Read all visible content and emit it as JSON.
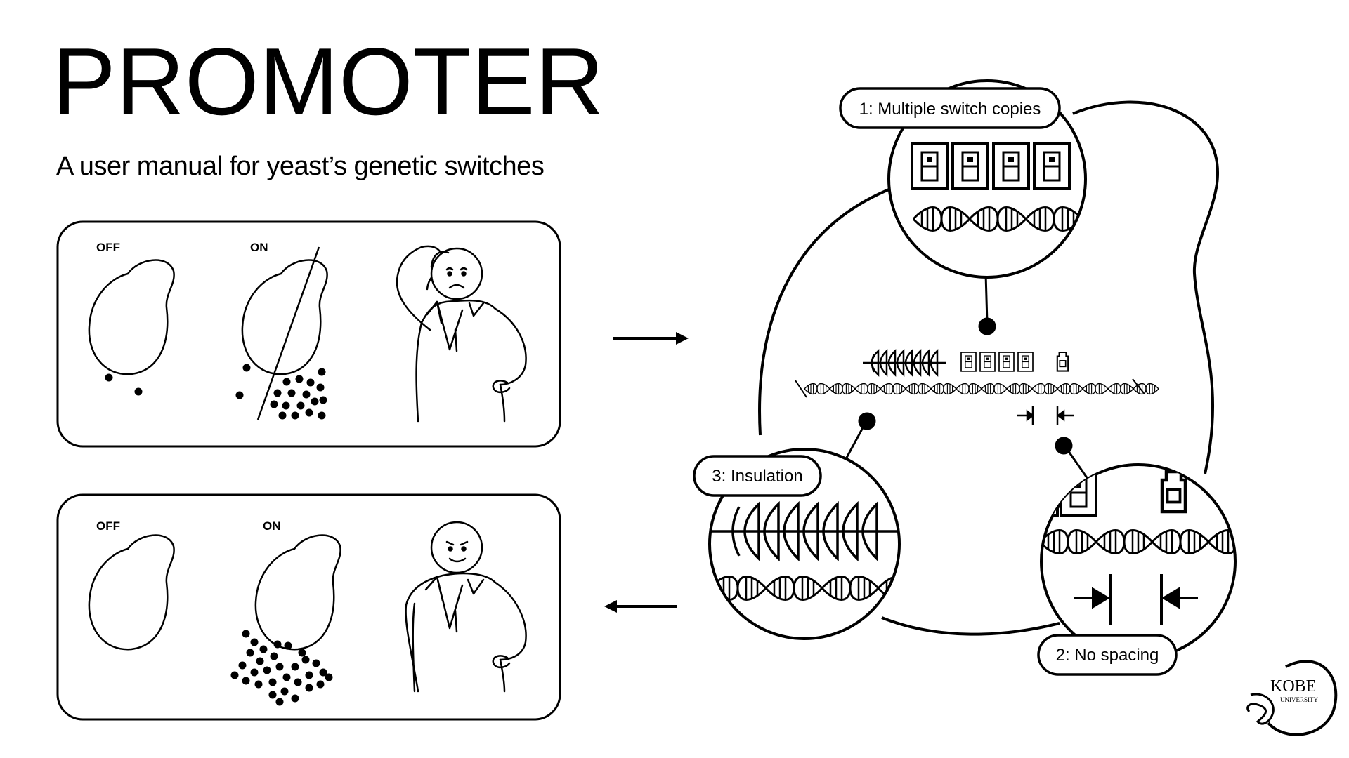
{
  "header": {
    "title": "PROMOTER",
    "subtitle": "A user manual for yeast’s genetic switches"
  },
  "panels": [
    {
      "off_label": "OFF",
      "on_label": "ON",
      "scientist": "worried-scientist"
    },
    {
      "off_label": "OFF",
      "on_label": "ON",
      "scientist": "confident-scientist"
    }
  ],
  "callouts": {
    "multiple_copies": "1: Multiple switch copies",
    "no_spacing": "2: No spacing",
    "insulation": "3: Insulation"
  },
  "logo": {
    "name": "KOBE",
    "sub": "UNIVERSITY"
  },
  "icons": [
    "yeast-cell-icon",
    "scientist-icon",
    "switch-icon",
    "dna-helix-icon",
    "insulator-icon",
    "arrow-right-icon",
    "arrow-left-icon",
    "bottle-icon",
    "spacing-arrows-icon"
  ],
  "colors": {
    "ink": "#000000",
    "paper": "#ffffff"
  }
}
